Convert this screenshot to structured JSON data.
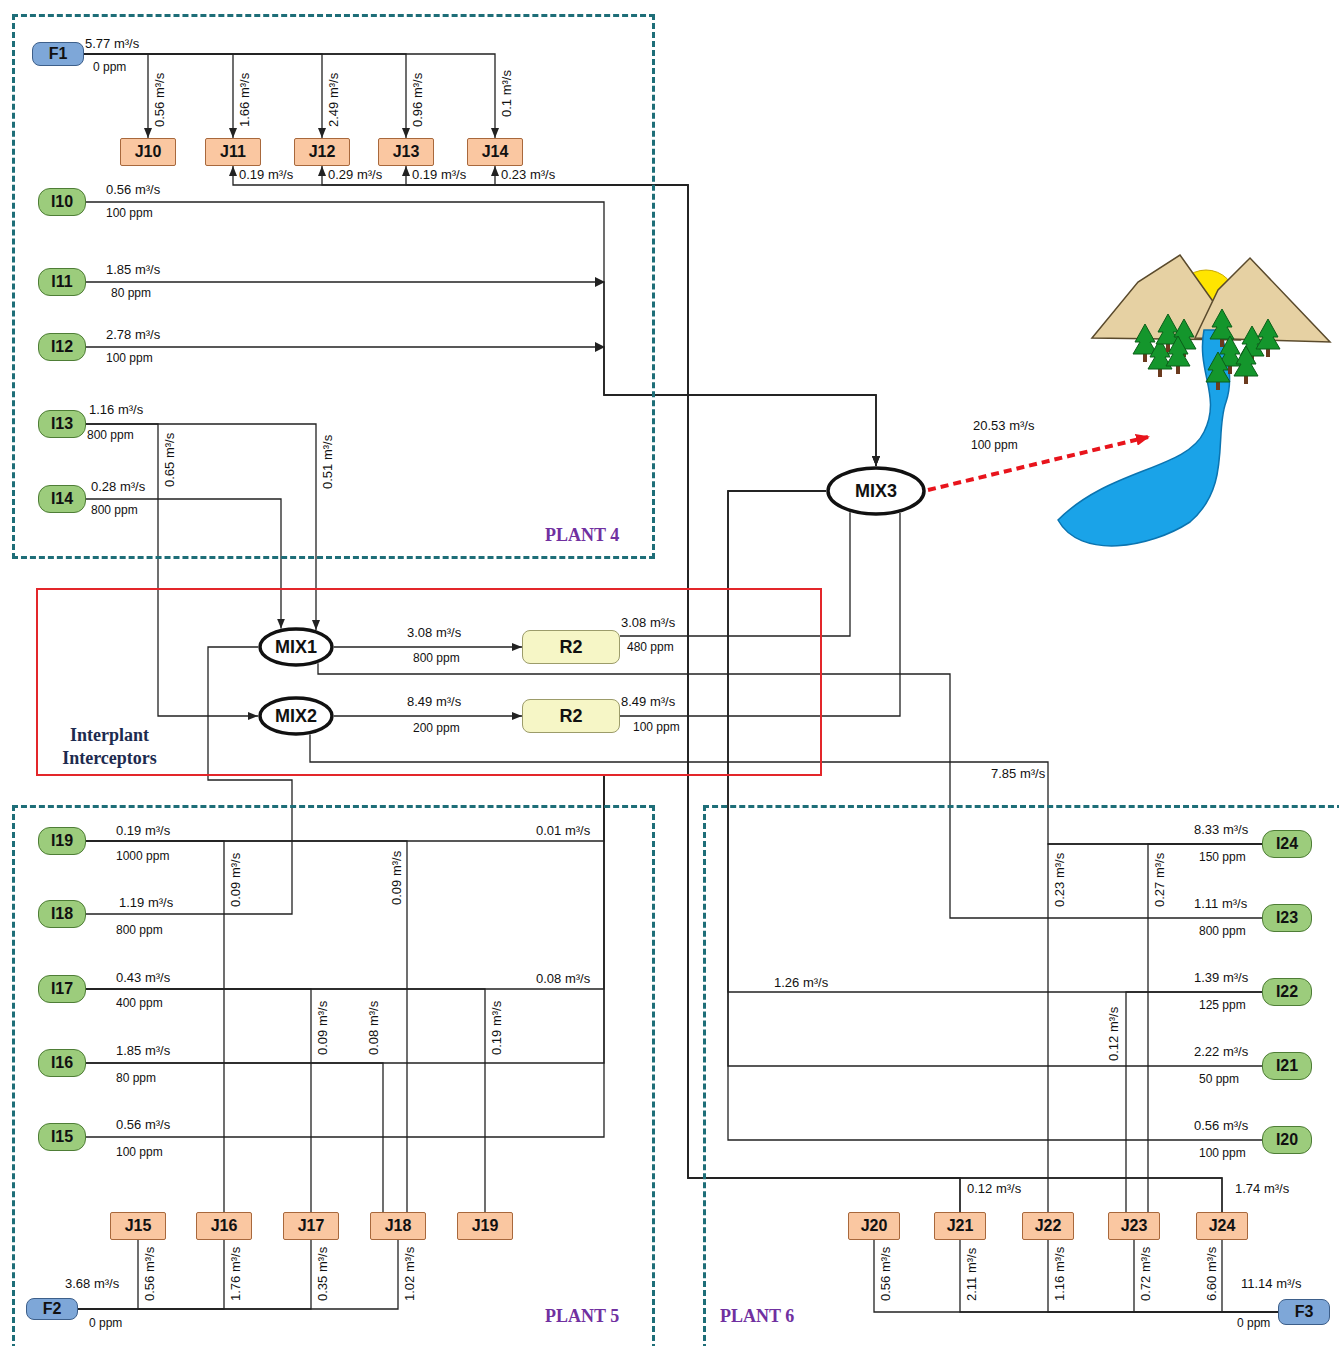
{
  "diagram": {
    "nodes": [
      {
        "text": [
          "PLANT 4"
        ]
      },
      {
        "text": [
          "F1"
        ],
        "in": 0
      },
      {
        "text": [
          "J10"
        ],
        "in": 0
      },
      {
        "text": [
          "J11"
        ],
        "in": 0
      },
      {
        "text": [
          "J12"
        ],
        "in": 0
      },
      {
        "text": [
          "J13"
        ],
        "in": 0
      },
      {
        "text": [
          "J14"
        ],
        "in": 0
      },
      {
        "text": [
          "I10"
        ],
        "in": 0
      },
      {
        "text": [
          "I11"
        ],
        "in": 0
      },
      {
        "text": [
          "I12"
        ],
        "in": 0
      },
      {
        "text": [
          "I13"
        ],
        "in": 0
      },
      {
        "text": [
          "I14"
        ],
        "in": 0
      },
      {
        "text": [
          "Interplant Interceptors"
        ]
      },
      {
        "text": [
          "MIX1"
        ],
        "in": 12
      },
      {
        "text": [
          "MIX2"
        ],
        "in": 12
      },
      {
        "text": [
          "R2"
        ],
        "in": 12
      },
      {
        "text": [
          "R2"
        ],
        "in": 12
      },
      {
        "text": [
          "MIX3"
        ]
      },
      {
        "text": [
          "PLANT 5"
        ]
      },
      {
        "text": [
          "I19"
        ],
        "in": 18
      },
      {
        "text": [
          "I18"
        ],
        "in": 18
      },
      {
        "text": [
          "I17"
        ],
        "in": 18
      },
      {
        "text": [
          "I16"
        ],
        "in": 18
      },
      {
        "text": [
          "I15"
        ],
        "in": 18
      },
      {
        "text": [
          "J15"
        ],
        "in": 18
      },
      {
        "text": [
          "J16"
        ],
        "in": 18
      },
      {
        "text": [
          "J17"
        ],
        "in": 18
      },
      {
        "text": [
          "J18"
        ],
        "in": 18
      },
      {
        "text": [
          "J19"
        ],
        "in": 18
      },
      {
        "text": [
          "F2"
        ],
        "in": 18
      },
      {
        "text": [
          "PLANT 6"
        ]
      },
      {
        "text": [
          "I24"
        ],
        "in": 30
      },
      {
        "text": [
          "I23"
        ],
        "in": 30
      },
      {
        "text": [
          "I22"
        ],
        "in": 30
      },
      {
        "text": [
          "I21"
        ],
        "in": 30
      },
      {
        "text": [
          "I20"
        ],
        "in": 30
      },
      {
        "text": [
          "J20"
        ],
        "in": 30
      },
      {
        "text": [
          "J21"
        ],
        "in": 30
      },
      {
        "text": [
          "J22"
        ],
        "in": 30
      },
      {
        "text": [
          "J23"
        ],
        "in": 30
      },
      {
        "text": [
          "J24"
        ],
        "in": 30
      },
      {
        "text": [
          "F3"
        ],
        "in": 30
      }
    ],
    "edges": [
      {
        "from": 1,
        "to": 2,
        "arrow": "to",
        "label": "0.56 m³/s"
      },
      {
        "from": 1,
        "to": 3,
        "arrow": "to",
        "label": "1.66 m³/s"
      },
      {
        "from": 1,
        "to": 4,
        "arrow": "to",
        "label": "2.49 m³/s"
      },
      {
        "from": 1,
        "to": 5,
        "arrow": "to",
        "label": "0.96 m³/s"
      },
      {
        "from": 1,
        "to": 6,
        "arrow": "to",
        "label": "0.1 m³/s"
      },
      {
        "from": 37,
        "to": 3,
        "arrow": "to",
        "label": "0.19 m³/s"
      },
      {
        "from": 37,
        "to": 4,
        "arrow": "to",
        "label": "0.29 m³/s"
      },
      {
        "from": 40,
        "to": 5,
        "arrow": "to",
        "label": "0.19 m³/s"
      },
      {
        "from": 40,
        "to": 6,
        "arrow": "to",
        "label": "0.23 m³/s"
      },
      {
        "from": 7,
        "to": 17,
        "arrow": "to",
        "label": "0.56 m³/s"
      },
      {
        "from": 8,
        "to": 17,
        "arrow": "to",
        "label": "1.85 m³/s"
      },
      {
        "from": 9,
        "to": 17,
        "arrow": "to",
        "label": "2.78 m³/s"
      },
      {
        "from": 10,
        "to": 13,
        "arrow": "to",
        "label": "0.51 m³/s"
      },
      {
        "from": 10,
        "to": 14,
        "arrow": "to",
        "label": "0.65 m³/s"
      },
      {
        "from": 11,
        "to": 13,
        "arrow": "to",
        "label": "0.28 m³/s"
      },
      {
        "from": 13,
        "to": 15,
        "arrow": "to",
        "label": "3.08 m³/s"
      },
      {
        "from": 14,
        "to": 16,
        "arrow": "to",
        "label": "8.49 m³/s"
      },
      {
        "from": 15,
        "to": 17,
        "arrow": "none",
        "label": "3.08 m³/s"
      },
      {
        "from": 16,
        "to": 17,
        "arrow": "none",
        "label": "8.49 m³/s"
      },
      {
        "from": 33,
        "to": 17,
        "arrow": "none",
        "label": "1.26 m³/s"
      },
      {
        "from": 34,
        "to": 17,
        "arrow": "none"
      },
      {
        "from": 35,
        "to": 17,
        "arrow": "none"
      },
      {
        "from": 32,
        "to": 13,
        "arrow": "none"
      },
      {
        "from": 20,
        "to": 13,
        "arrow": "none",
        "label": "1.19 m³/s"
      },
      {
        "from": 31,
        "to": 14,
        "arrow": "none",
        "label": "7.85 m³/s"
      },
      {
        "from": 31,
        "to": 38,
        "arrow": "none",
        "label": "0.23 m³/s"
      },
      {
        "from": 31,
        "to": 39,
        "arrow": "none",
        "label": "0.27 m³/s"
      },
      {
        "from": 33,
        "to": 39,
        "arrow": "none",
        "label": "0.12 m³/s"
      },
      {
        "from": 41,
        "to": 36,
        "arrow": "none",
        "label": "0.56 m³/s"
      },
      {
        "from": 41,
        "to": 37,
        "arrow": "none",
        "label": "2.11 m³/s"
      },
      {
        "from": 41,
        "to": 38,
        "arrow": "none",
        "label": "1.16 m³/s"
      },
      {
        "from": 41,
        "to": 39,
        "arrow": "none",
        "label": "0.72 m³/s"
      },
      {
        "from": 41,
        "to": 40,
        "arrow": "none",
        "label": "6.60 m³/s"
      },
      {
        "from": 29,
        "to": 24,
        "arrow": "none",
        "label": "0.56 m³/s"
      },
      {
        "from": 29,
        "to": 25,
        "arrow": "none",
        "label": "1.76 m³/s"
      },
      {
        "from": 29,
        "to": 26,
        "arrow": "none",
        "label": "0.35 m³/s"
      },
      {
        "from": 29,
        "to": 27,
        "arrow": "none",
        "label": "1.02 m³/s"
      },
      {
        "from": 19,
        "to": 25,
        "arrow": "none",
        "label": "0.09 m³/s"
      },
      {
        "from": 21,
        "to": 26,
        "arrow": "none",
        "label": "0.09 m³/s"
      },
      {
        "from": 22,
        "to": 27,
        "arrow": "none",
        "label": "0.08 m³/s"
      },
      {
        "from": 19,
        "to": 27,
        "arrow": "none",
        "label": "0.09 m³/s"
      },
      {
        "from": 21,
        "to": 28,
        "arrow": "none",
        "label": "0.19 m³/s"
      },
      {
        "from": 19,
        "to": 12,
        "arrow": "none",
        "label": "0.01 m³/s"
      },
      {
        "from": 21,
        "to": 12,
        "arrow": "none",
        "label": "0.08 m³/s"
      },
      {
        "from": 22,
        "to": 12,
        "arrow": "none"
      },
      {
        "from": 23,
        "to": 12,
        "arrow": "none"
      }
    ],
    "labels": [
      "5.77 m³/s",
      "0 ppm",
      "100 ppm",
      "80 ppm",
      "100 ppm",
      "1.16 m³/s",
      "800 ppm",
      "800 ppm",
      "800 ppm",
      "200 ppm",
      "480 ppm",
      "100 ppm",
      "20.53 m³/s",
      "100 ppm",
      "0.19 m³/s",
      "1000 ppm",
      "800 ppm",
      "0.43 m³/s",
      "400 ppm",
      "1.85 m³/s",
      "80 ppm",
      "0.56 m³/s",
      "100 ppm",
      "3.68 m³/s",
      "0 ppm",
      "8.33 m³/s",
      "150 ppm",
      "1.11 m³/s",
      "800 ppm",
      "1.39 m³/s",
      "125 ppm",
      "2.22 m³/s",
      "50 ppm",
      "0.56 m³/s",
      "100 ppm",
      "0.12 m³/s",
      "1.74 m³/s",
      "11.14 m³/s",
      "0 ppm"
    ]
  }
}
